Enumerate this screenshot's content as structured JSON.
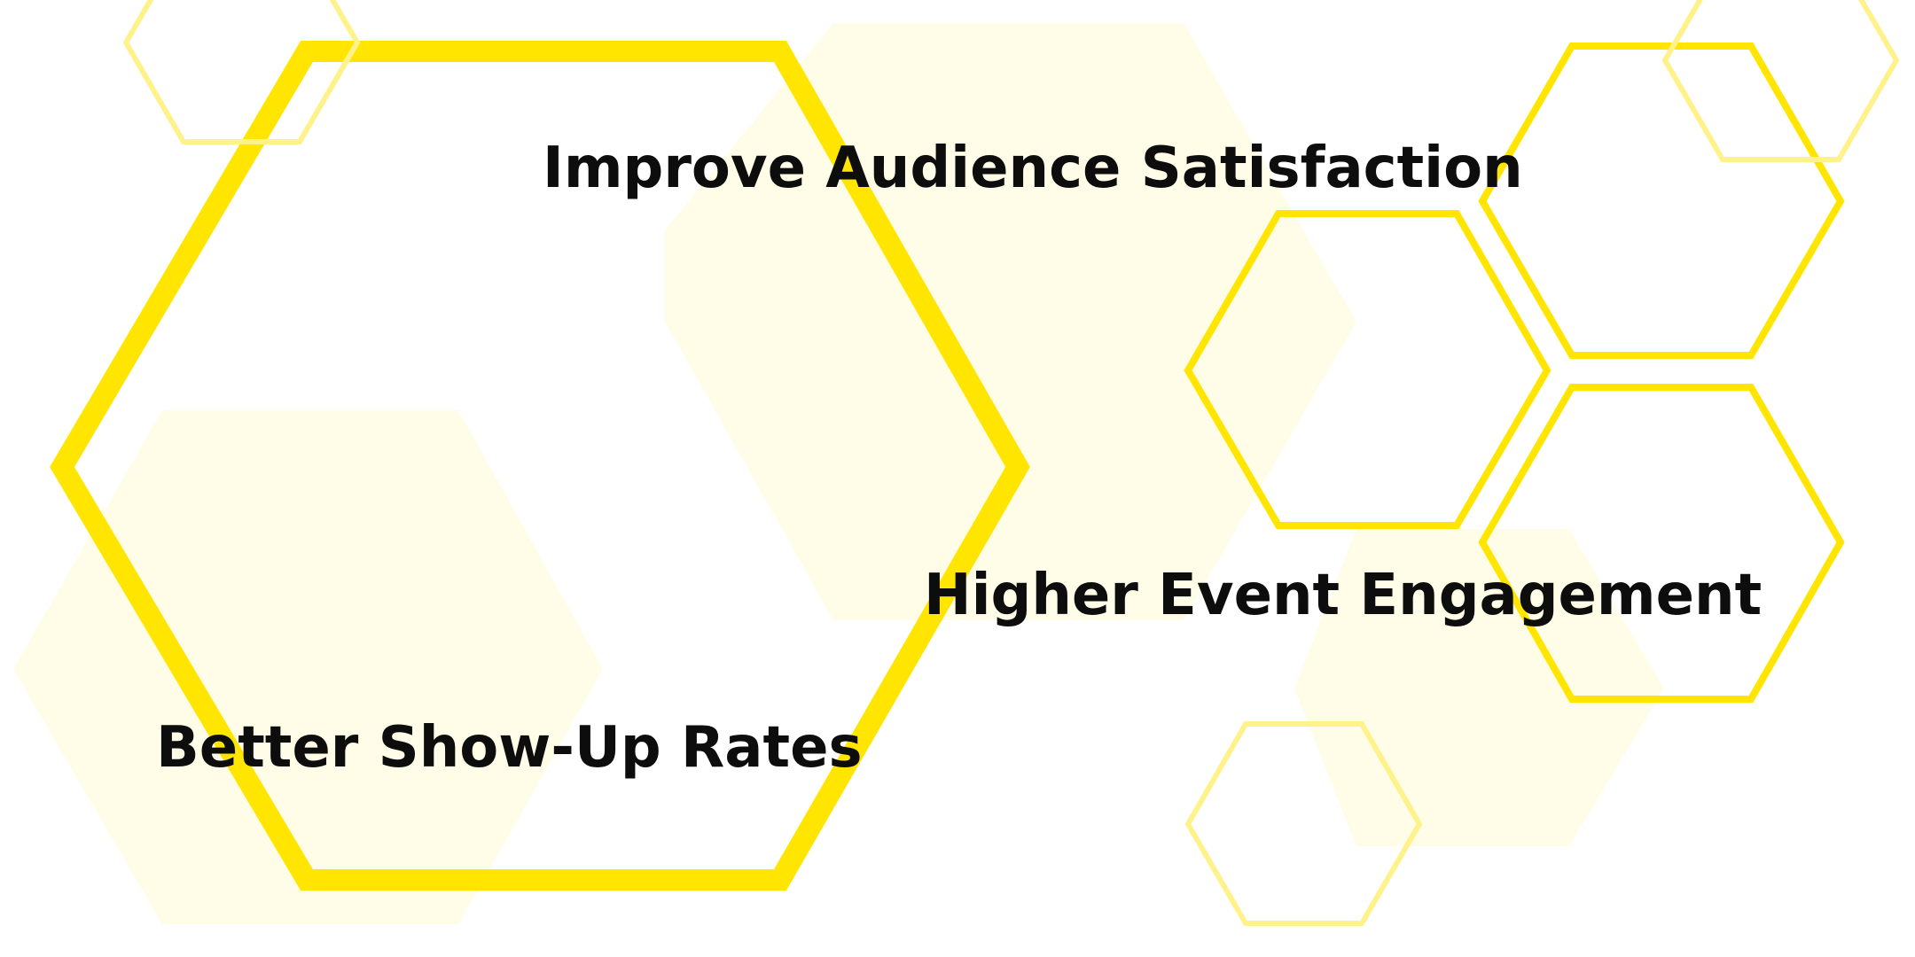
{
  "colors": {
    "background": "#ffffff",
    "accent_yellow": "#FFE500",
    "pale_yellow": "#FFFDE8",
    "faded_yellow": "#FFF28A",
    "text": "#0d0d0d"
  },
  "headlines": {
    "top": "Improve Audience Satisfaction",
    "middle": "Higher Event Engagement",
    "bottom": "Better Show-Up Rates"
  }
}
